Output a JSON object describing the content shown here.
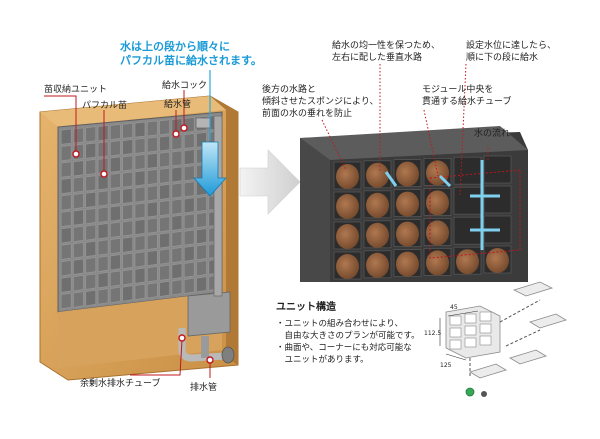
{
  "headline": {
    "line1": "水は上の段から順々に",
    "line2": "パフカル苗に給水されます。"
  },
  "left_labels": {
    "seedling_unit": "苗収納ユニット",
    "pafcal": "パフカル苗",
    "supply_cock": "給水コック",
    "supply_pipe": "給水管",
    "overflow_tube": "余剰水排水チューブ",
    "drain_pipe": "排水管"
  },
  "right_labels": {
    "vertical_channels": [
      "給水の均一性を保つため、",
      "左右に配した垂直水路"
    ],
    "set_level": [
      "設定水位に達したら、",
      "順に下の段に給水"
    ],
    "sponge": [
      "後方の水路と",
      "傾斜させたスポンジにより、",
      "前面の水の垂れを防止"
    ],
    "module_tube": [
      "モジュール中央を",
      "貫通する給水チューブ"
    ],
    "water_flow": "水の流れ"
  },
  "unit_structure": {
    "title": "ユニット構造",
    "bullets": [
      [
        "・ユニットの組み合わせにより、",
        "　自由な大きさのプランが可能です。"
      ],
      [
        "・曲面や、コーナーにも対応可能な",
        "　ユニットがあります。"
      ]
    ],
    "dims": [
      "45",
      "112.5",
      "125"
    ]
  },
  "colors": {
    "headline_blue": "#1a9ad6",
    "arrow_blue": "#2ba8e0",
    "callout_red": "#c0171e",
    "wood": "#d9a25a",
    "grid_gray": "#7d7d7d",
    "cell_brown": "#8a5a3c"
  }
}
